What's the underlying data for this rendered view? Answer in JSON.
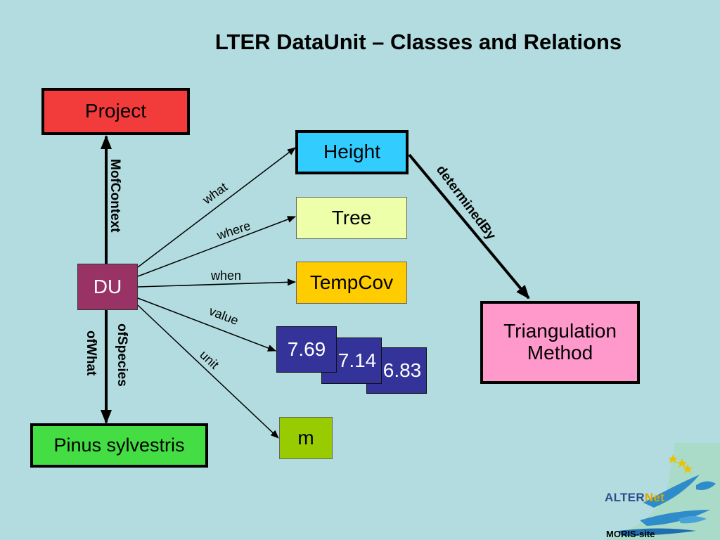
{
  "title": "LTER DataUnit – Classes and Relations",
  "nodes": {
    "project": "Project",
    "du": "DU",
    "pinus": "Pinus sylvestris",
    "height": "Height",
    "tree": "Tree",
    "tempcov": "TempCov",
    "value1": "7.69",
    "value2": "7.14",
    "value3": "6.83",
    "unit_m": "m",
    "triangulation": "Triangulation Method"
  },
  "edges": {
    "mofcontext": "MofContext",
    "ofspecies": "ofSpecies",
    "ofwhat": "ofWhat",
    "what": "what",
    "where": "where",
    "when": "when",
    "value": "value",
    "unit": "unit",
    "determinedby": "determinedBy"
  },
  "logo": {
    "alter": "ALTER",
    "net": "Net",
    "site": "MORIS-site"
  },
  "colors": {
    "background": "#b2dcdf",
    "project": "#f23c3c",
    "du": "#993366",
    "pinus": "#44dd44",
    "height": "#33ccff",
    "tree": "#eeffaa",
    "tempcov": "#ffcc00",
    "values": "#333399",
    "unit_m": "#99cc00",
    "triangulation": "#ff99cc"
  }
}
